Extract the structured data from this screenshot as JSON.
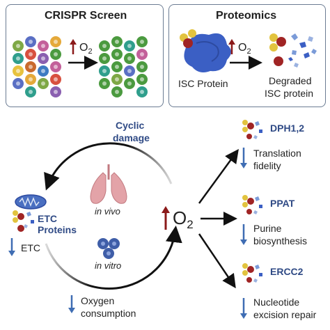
{
  "crispr_panel": {
    "title": "CRISPR Screen",
    "o2_label": "O",
    "o2_sub": "2"
  },
  "proteomics_panel": {
    "title": "Proteomics",
    "o2_label": "O",
    "o2_sub": "2",
    "isc_label": "ISC Protein",
    "degraded_label_1": "Degraded",
    "degraded_label_2": "ISC protein"
  },
  "cycle": {
    "cyclic_damage_1": "Cyclic",
    "cyclic_damage_2": "damage",
    "in_vivo": "in vivo",
    "in_vitro": "in vitro",
    "center_o2": "O",
    "center_o2_sub": "2"
  },
  "etc": {
    "title_1": "ETC",
    "title_2": "Proteins",
    "effect": "ETC"
  },
  "oxygen": {
    "line1": "Oxygen",
    "line2": "consumption"
  },
  "targets": [
    {
      "name": "DPH1,2",
      "effect_1": "Translation",
      "effect_2": "fidelity"
    },
    {
      "name": "PPAT",
      "effect_1": "Purine",
      "effect_2": "biosynthesis"
    },
    {
      "name": "ERCC2",
      "effect_1": "Nucleotide",
      "effect_2": "excision repair"
    }
  ],
  "colors": {
    "up_arrow": "#8b1a1a",
    "down_arrow": "#3f6db3",
    "accent_text": "#2f4a85",
    "panel_border": "#6b7c93"
  }
}
